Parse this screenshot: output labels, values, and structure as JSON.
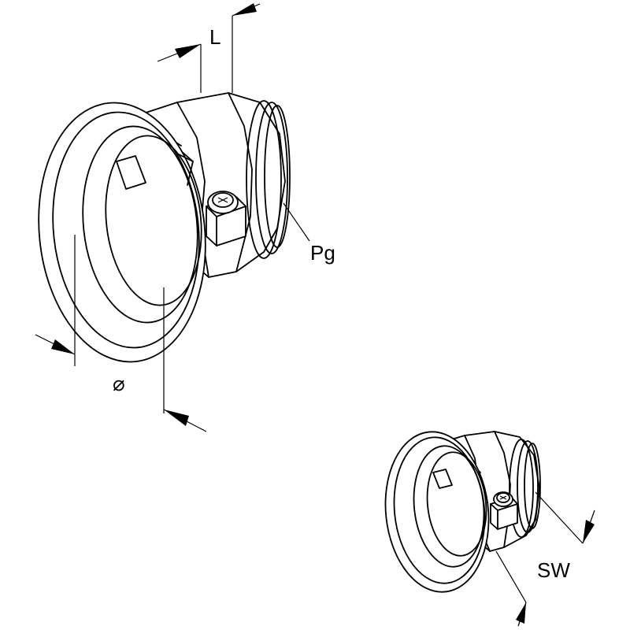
{
  "labels": {
    "length": "L",
    "thread": "Pg",
    "diameter": "⌀",
    "wrench_size": "SW"
  }
}
